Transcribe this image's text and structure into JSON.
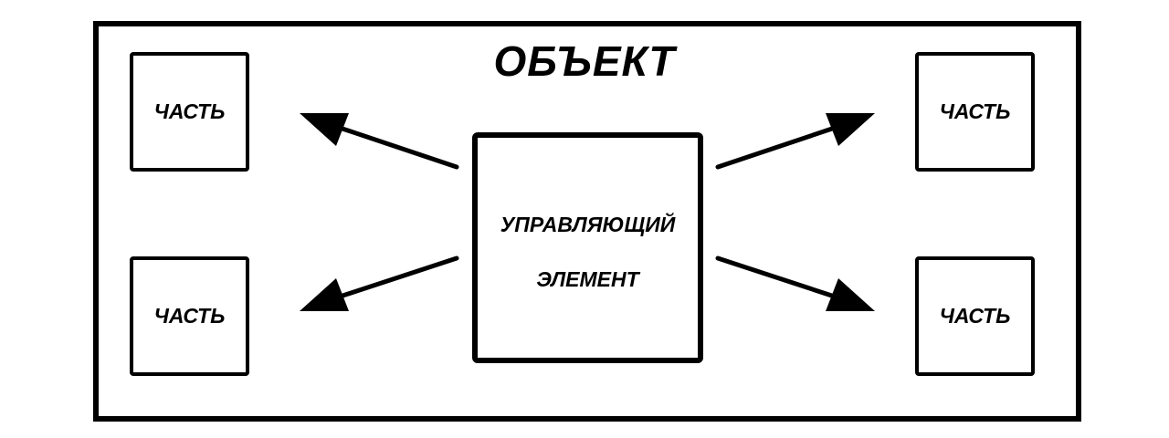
{
  "diagram": {
    "title": "ОБЪЕКТ",
    "controller": {
      "line1": "УПРАВЛЯЮЩИЙ",
      "line2": "ЭЛЕМЕНТ"
    },
    "parts": {
      "top_left": "ЧАСТЬ",
      "bottom_left": "ЧАСТЬ",
      "top_right": "ЧАСТЬ",
      "bottom_right": "ЧАСТЬ"
    },
    "colors": {
      "stroke": "#000000",
      "background": "#ffffff"
    }
  }
}
